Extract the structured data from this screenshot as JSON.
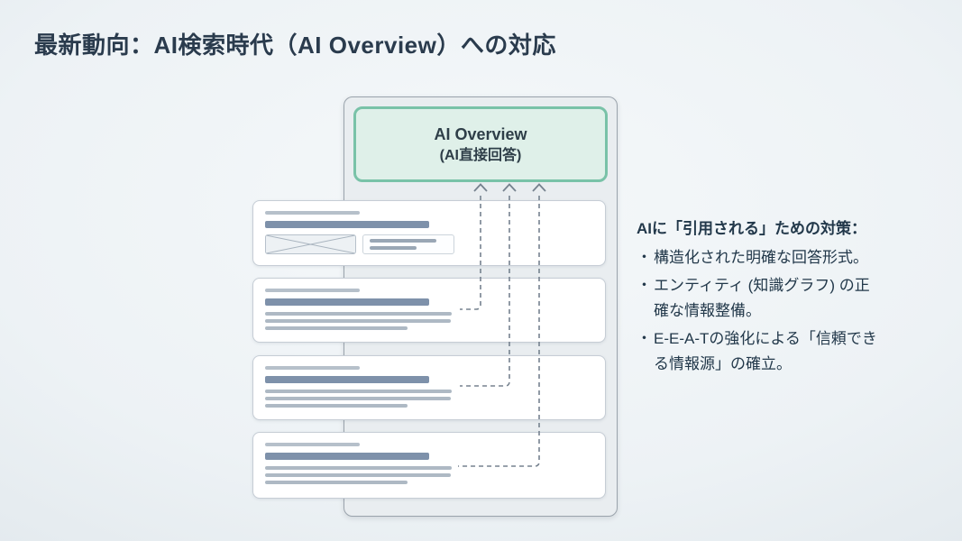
{
  "slide": {
    "title": "最新動向：AI検索時代（AI Overview）への対応"
  },
  "diagram": {
    "ai_overview": {
      "title": "AI Overview",
      "subtitle": "(AI直接回答)"
    },
    "serp_results_count": 4,
    "cited_result_indices": [
      2,
      3,
      4
    ]
  },
  "annotation": {
    "heading": "AIに「引用される」ための対策：",
    "bullet_char": "・",
    "bullets": [
      {
        "lines": [
          "構造化された明確な回答形式。"
        ]
      },
      {
        "lines": [
          "エンティティ (知識グラフ) の正",
          "確な情報整備。"
        ]
      },
      {
        "lines": [
          "E-E-A-Tの強化による「信頼でき",
          "る情報源」の確立。"
        ]
      }
    ]
  },
  "colors": {
    "accent_green_border": "#79c2a8",
    "accent_green_fill": "#dff0e9",
    "title_text": "#2a3b4d",
    "skeleton_dark": "#7e91aa",
    "skeleton_light": "#b6c0ca",
    "connector": "#76828f"
  }
}
